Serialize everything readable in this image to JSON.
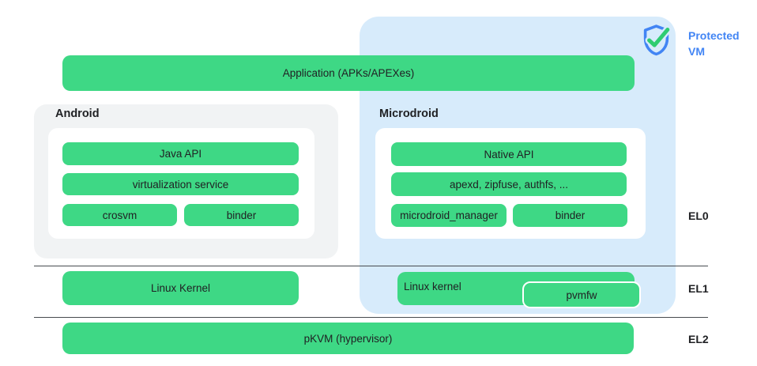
{
  "palette": {
    "bar_green": "#3ed885",
    "protected_vm_blue_bg": "#d7ebfb",
    "android_gray_bg": "#f1f3f4",
    "accent_blue": "#4285f4",
    "check_green": "#2ecc71",
    "text_dark": "#202124"
  },
  "protected_vm": {
    "label": "Protected VM",
    "icon": "shield-check-icon"
  },
  "app": {
    "application_label": "Application (APKs/APEXes)"
  },
  "android": {
    "title": "Android",
    "java_api": "Java API",
    "virtualization_service": "virtualization service",
    "crosvm": "crosvm",
    "binder": "binder"
  },
  "microdroid": {
    "title": "Microdroid",
    "native_api": "Native API",
    "apexd_row": "apexd, zipfuse, authfs, ...",
    "manager": "microdroid_manager",
    "binder": "binder"
  },
  "kernels": {
    "android_kernel": "Linux Kernel",
    "microdroid_kernel": "Linux kernel",
    "pvmfw": "pvmfw"
  },
  "hypervisor": {
    "label": "pKVM (hypervisor)"
  },
  "levels": {
    "el0": "EL0",
    "el1": "EL1",
    "el2": "EL2"
  }
}
